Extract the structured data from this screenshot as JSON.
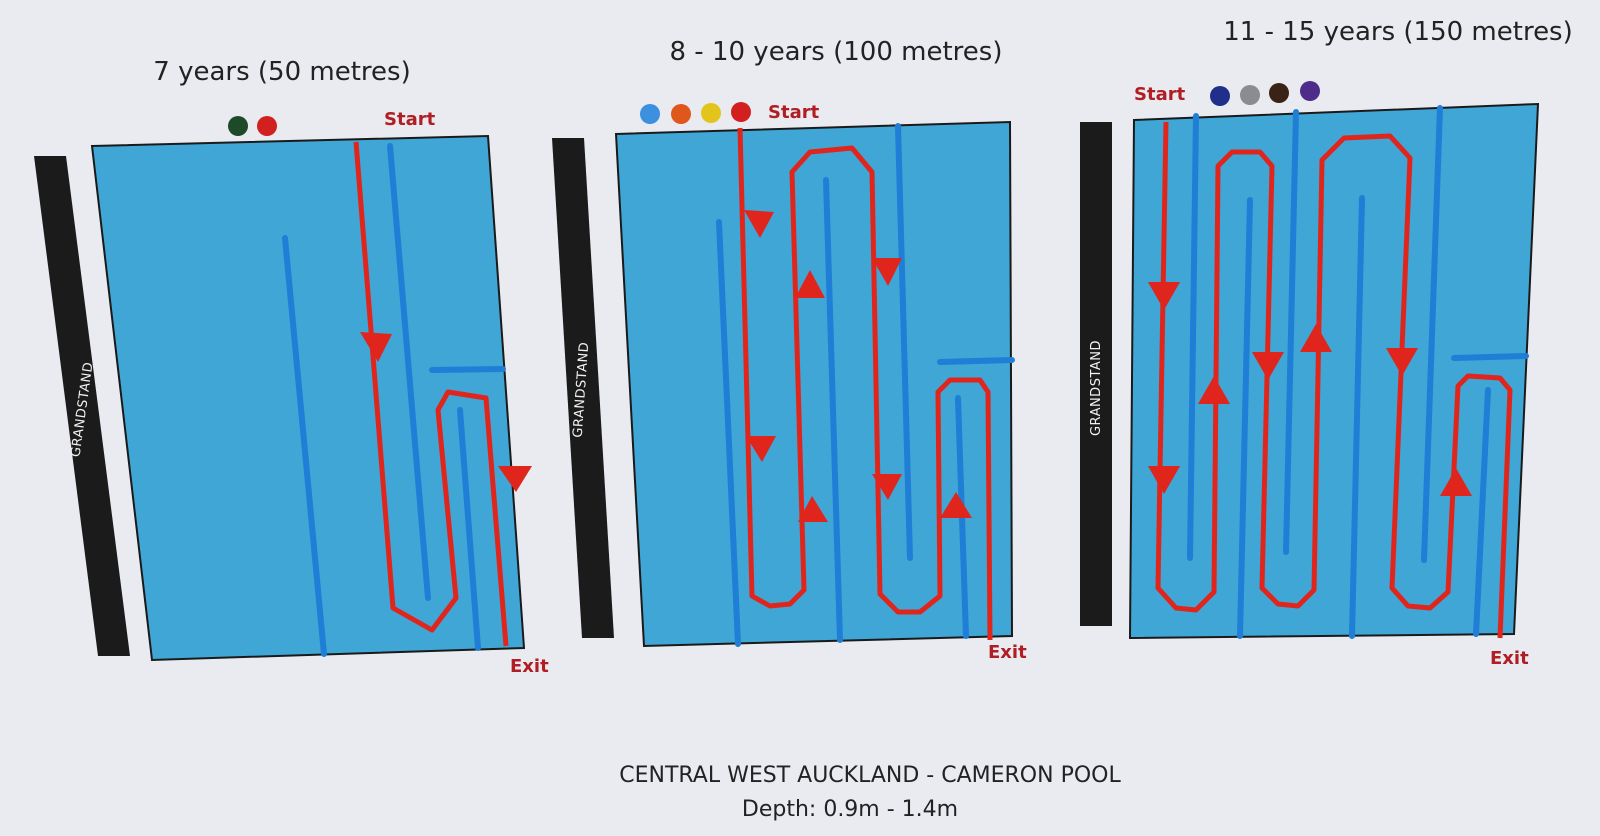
{
  "diagrams": [
    {
      "title": "7 years (50 metres)",
      "start_label": "Start",
      "exit_label": "Exit",
      "grandstand_label": "GRANDSTAND",
      "dots": [
        "#1f4a2a",
        "#d1201f"
      ]
    },
    {
      "title": "8 - 10 years (100 metres)",
      "start_label": "Start",
      "exit_label": "Exit",
      "grandstand_label": "GRANDSTAND",
      "dots": [
        "#3d8fe0",
        "#e0571c",
        "#e3c41b",
        "#d1201f"
      ]
    },
    {
      "title": "11 - 15 years (150 metres)",
      "start_label": "Start",
      "exit_label": "Exit",
      "grandstand_label": "GRANDSTAND",
      "dots": [
        "#1f2f8a",
        "#8b8c90",
        "#3a2216",
        "#4e2d8a"
      ]
    }
  ],
  "footer": {
    "line1": "CENTRAL WEST AUCKLAND - CAMERON POOL",
    "line2": "Depth: 0.9m - 1.4m"
  },
  "colors": {
    "pool": "#3fa6d6",
    "lane": "#1f7ed6",
    "path": "#e0261c",
    "grandstand": "#1b1b1b",
    "labels": "#b01e23",
    "background": "#e9ebf1"
  }
}
